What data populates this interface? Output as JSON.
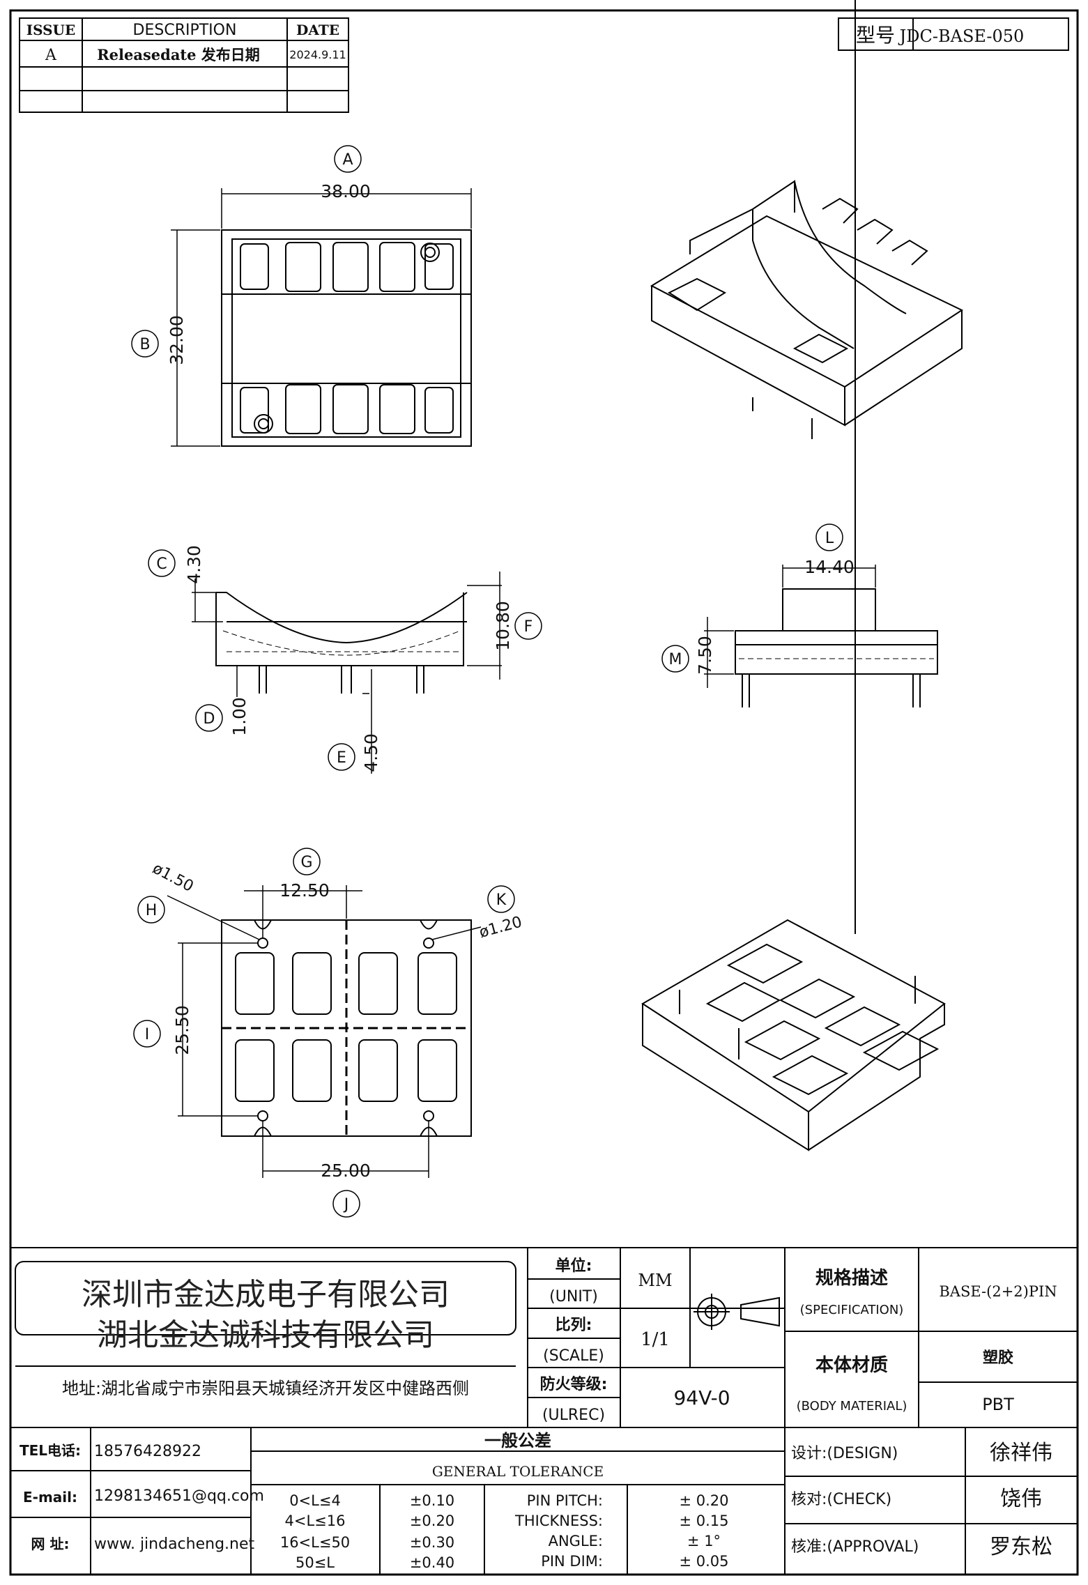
{
  "revision_table": {
    "headers": {
      "issue": "ISSUE",
      "description": "DESCRIPTION",
      "date": "DATE"
    },
    "rows": [
      {
        "issue": "A",
        "description": "Releasedate 发布日期",
        "date": "2024.9.11"
      }
    ]
  },
  "model": {
    "label": "型号",
    "value": "JDC-BASE-050"
  },
  "dimensions": {
    "A": {
      "letter": "A",
      "value": "38.00"
    },
    "B": {
      "letter": "B",
      "value": "32.00"
    },
    "C": {
      "letter": "C",
      "value": "4.30"
    },
    "D": {
      "letter": "D",
      "value": "1.00"
    },
    "E": {
      "letter": "E",
      "value": "4.50"
    },
    "F": {
      "letter": "F",
      "value": "10.80"
    },
    "G": {
      "letter": "G",
      "value": "12.50"
    },
    "H": {
      "letter": "H",
      "value": "ø1.50"
    },
    "I": {
      "letter": "I",
      "value": "25.50"
    },
    "J": {
      "letter": "J",
      "value": "25.00"
    },
    "K": {
      "letter": "K",
      "value": "ø1.20"
    },
    "L": {
      "letter": "L",
      "value": "14.40"
    },
    "M": {
      "letter": "M",
      "value": "7.50"
    }
  },
  "title_block": {
    "company_1": "深圳市金达成电子有限公司",
    "company_2": "湖北金达诚科技有限公司",
    "address": "地址:湖北省咸宁市崇阳县天城镇经济开发区中健路西侧",
    "unit_label_cn": "单位:",
    "unit_label_en": "(UNIT)",
    "unit_value": "MM",
    "scale_label_cn": "比列:",
    "scale_label_en": "(SCALE)",
    "scale_value": "1/1",
    "ul_label_cn": "防火等级:",
    "ul_label_en": "(ULREC)",
    "ul_value": "94V-0",
    "spec_label_cn": "规格描述",
    "spec_label_en": "(SPECIFICATION)",
    "spec_value": "BASE-(2+2)PIN",
    "material_label_cn": "本体材质",
    "material_label_en": "(BODY MATERIAL)",
    "material_value_cn": "塑胶",
    "material_value": "PBT",
    "tel_label": "TEL电话:",
    "tel_value": "18576428922",
    "email_label": "E-mail:",
    "email_value": "1298134651@qq.com",
    "web_label": "网    址:",
    "web_value": "www. jindacheng.net",
    "tolerance_title_cn": "一般公差",
    "tolerance_title_en": "GENERAL  TOLERANCE",
    "tolerance_rows": [
      {
        "range": "0<L≤4",
        "tol": "±0.10",
        "item": "PIN  PITCH:",
        "val": "±  0.20"
      },
      {
        "range": "4<L≤16",
        "tol": "±0.20",
        "item": "THICKNESS:",
        "val": "±  0.15"
      },
      {
        "range": "16<L≤50",
        "tol": "±0.30",
        "item": "ANGLE:",
        "val": "±  1°"
      },
      {
        "range": "50≤L",
        "tol": "±0.40",
        "item": "PIN  DIM:",
        "val": "±  0.05"
      }
    ],
    "design_label": "设计:(DESIGN)",
    "design_value": "徐祥伟",
    "check_label": "核对:(CHECK)",
    "check_value": "饶伟",
    "approval_label": "核准:(APPROVAL)",
    "approval_value": "罗东松"
  }
}
